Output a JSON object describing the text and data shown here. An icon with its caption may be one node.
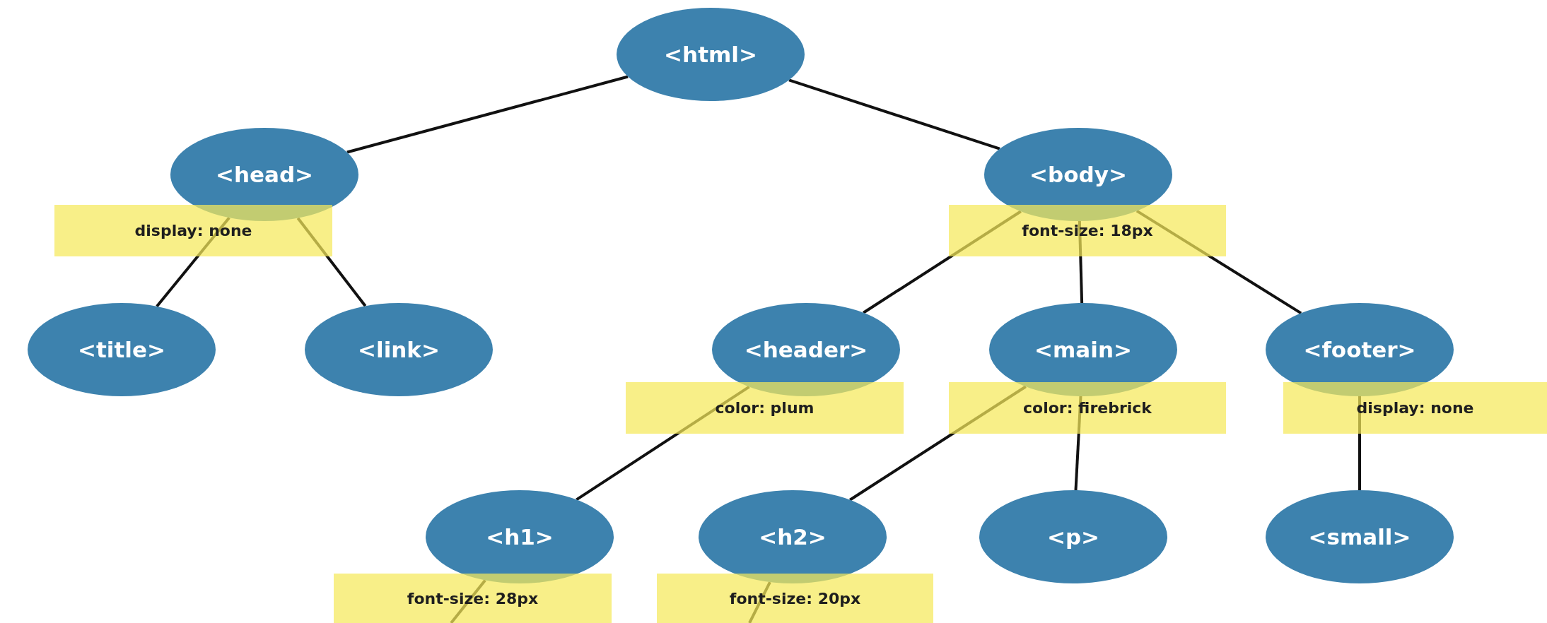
{
  "diagram": {
    "nodes": [
      {
        "text": [
          "<html>"
        ]
      },
      {
        "text": [
          "<head>"
        ],
        "beside": [
          "display: none"
        ]
      },
      {
        "text": [
          "<body>"
        ],
        "beside": [
          "font-size: 18px"
        ]
      },
      {
        "text": [
          "<title>"
        ]
      },
      {
        "text": [
          "<link>"
        ]
      },
      {
        "text": [
          "<header>"
        ],
        "beside": [
          "color: plum"
        ]
      },
      {
        "text": [
          "<main>"
        ],
        "beside": [
          "color: firebrick"
        ]
      },
      {
        "text": [
          "<footer>"
        ],
        "beside": [
          "display: none"
        ]
      },
      {
        "text": [
          "<h1>"
        ],
        "beside": [
          "font-size: 28px"
        ]
      },
      {
        "text": [
          "<h2>"
        ],
        "beside": [
          "font-size: 20px"
        ]
      },
      {
        "text": [
          "<p>"
        ]
      },
      {
        "text": [
          "<small>"
        ]
      }
    ],
    "edges": [
      {
        "from": 0,
        "to": 1,
        "arrow": "none"
      },
      {
        "from": 0,
        "to": 2,
        "arrow": "none"
      },
      {
        "from": 1,
        "to": 3,
        "arrow": "none"
      },
      {
        "from": 1,
        "to": 4,
        "arrow": "none"
      },
      {
        "from": 2,
        "to": 5,
        "arrow": "none"
      },
      {
        "from": 2,
        "to": 6,
        "arrow": "none"
      },
      {
        "from": 2,
        "to": 7,
        "arrow": "none"
      },
      {
        "from": 5,
        "to": 8,
        "arrow": "none"
      },
      {
        "from": 6,
        "to": 9,
        "arrow": "none"
      },
      {
        "from": 6,
        "to": 10,
        "arrow": "none"
      },
      {
        "from": 7,
        "to": 11,
        "arrow": "none"
      },
      {
        "from": 8,
        "to": null,
        "arrow": "none"
      },
      {
        "from": 9,
        "to": null,
        "arrow": "none"
      }
    ]
  }
}
